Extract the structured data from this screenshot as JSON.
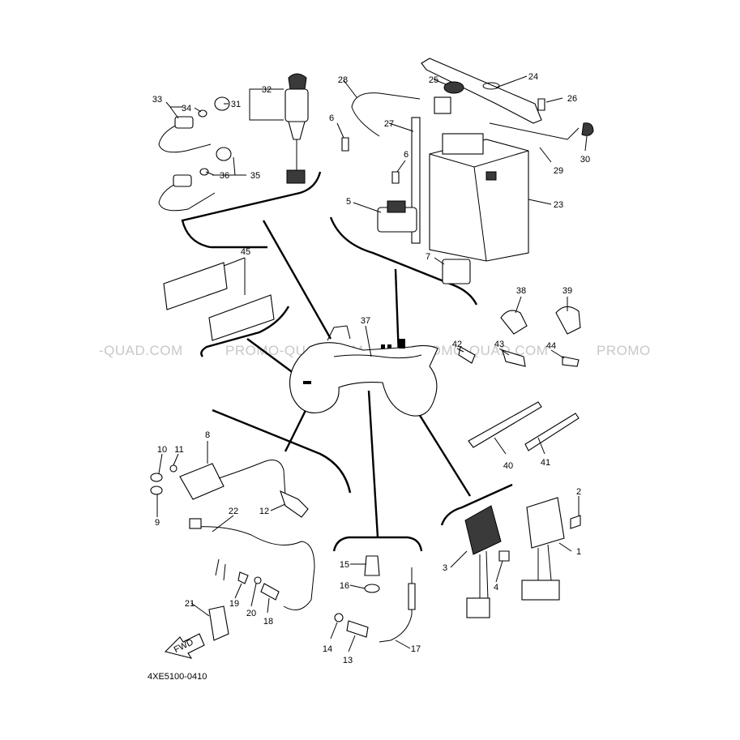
{
  "watermark": {
    "segments": [
      "-QUAD.COM",
      "PROMO-QUAD.COM",
      "PROMO-QUAD.COM",
      "PROMO"
    ]
  },
  "diagram_code": "4XE5100-0410",
  "fwd_label": "FWD",
  "callouts": [
    "1",
    "2",
    "3",
    "4",
    "5",
    "6",
    "6",
    "7",
    "8",
    "9",
    "10",
    "11",
    "12",
    "13",
    "14",
    "15",
    "16",
    "17",
    "18",
    "19",
    "20",
    "21",
    "22",
    "23",
    "24",
    "25",
    "26",
    "27",
    "28",
    "29",
    "30",
    "31",
    "32",
    "33",
    "34",
    "35",
    "36",
    "37",
    "38",
    "39",
    "40",
    "41",
    "42",
    "43",
    "44",
    "45"
  ]
}
